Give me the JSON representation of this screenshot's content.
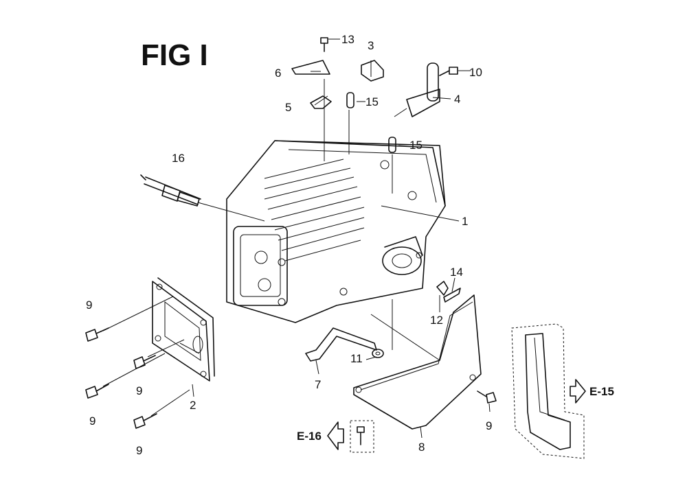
{
  "figure": {
    "title": "FIG I"
  },
  "callouts": [
    "1",
    "2",
    "3",
    "4",
    "5",
    "6",
    "7",
    "8",
    "9",
    "9",
    "9",
    "9",
    "9",
    "10",
    "11",
    "12",
    "13",
    "14",
    "15",
    "15",
    "16"
  ],
  "references": {
    "e15": "E-15",
    "e16": "E-16"
  },
  "icons": {
    "arrow_right": "hollow-arrow-right-icon",
    "arrow_left": "hollow-arrow-left-icon"
  }
}
